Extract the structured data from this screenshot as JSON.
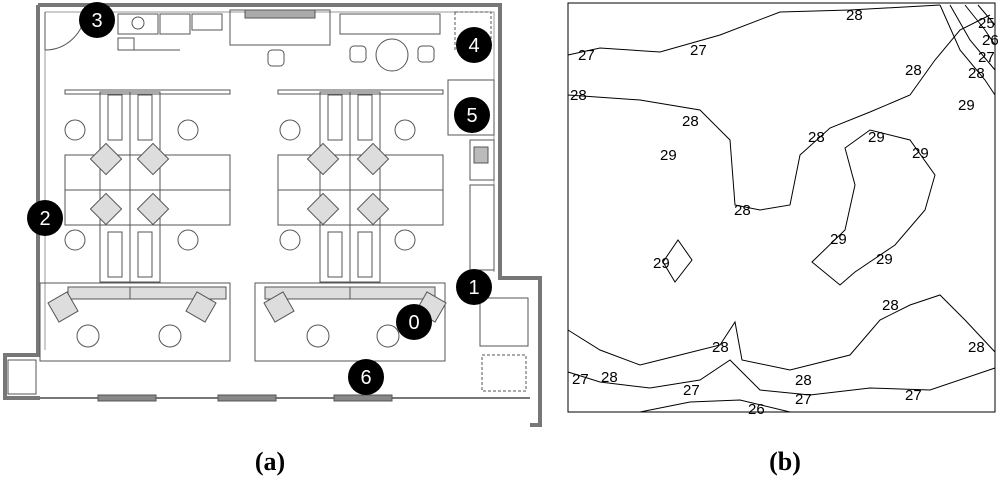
{
  "panels": {
    "a": {
      "caption": "(a)"
    },
    "b": {
      "caption": "(b)"
    }
  },
  "floor_plan": {
    "markers": [
      {
        "id": "0"
      },
      {
        "id": "1"
      },
      {
        "id": "2"
      },
      {
        "id": "3"
      },
      {
        "id": "4"
      },
      {
        "id": "5"
      },
      {
        "id": "6"
      }
    ],
    "marker_color": "#000000",
    "marker_text_color": "#ffffff"
  },
  "contour_map": {
    "line_color": "#000000",
    "labels": [
      "28",
      "27",
      "27",
      "28",
      "28",
      "28",
      "29",
      "28",
      "29",
      "29",
      "28",
      "29",
      "29",
      "29",
      "28",
      "28",
      "28",
      "27",
      "28",
      "27",
      "27",
      "28",
      "26",
      "27",
      "29",
      "28",
      "27",
      "26",
      "25"
    ]
  }
}
